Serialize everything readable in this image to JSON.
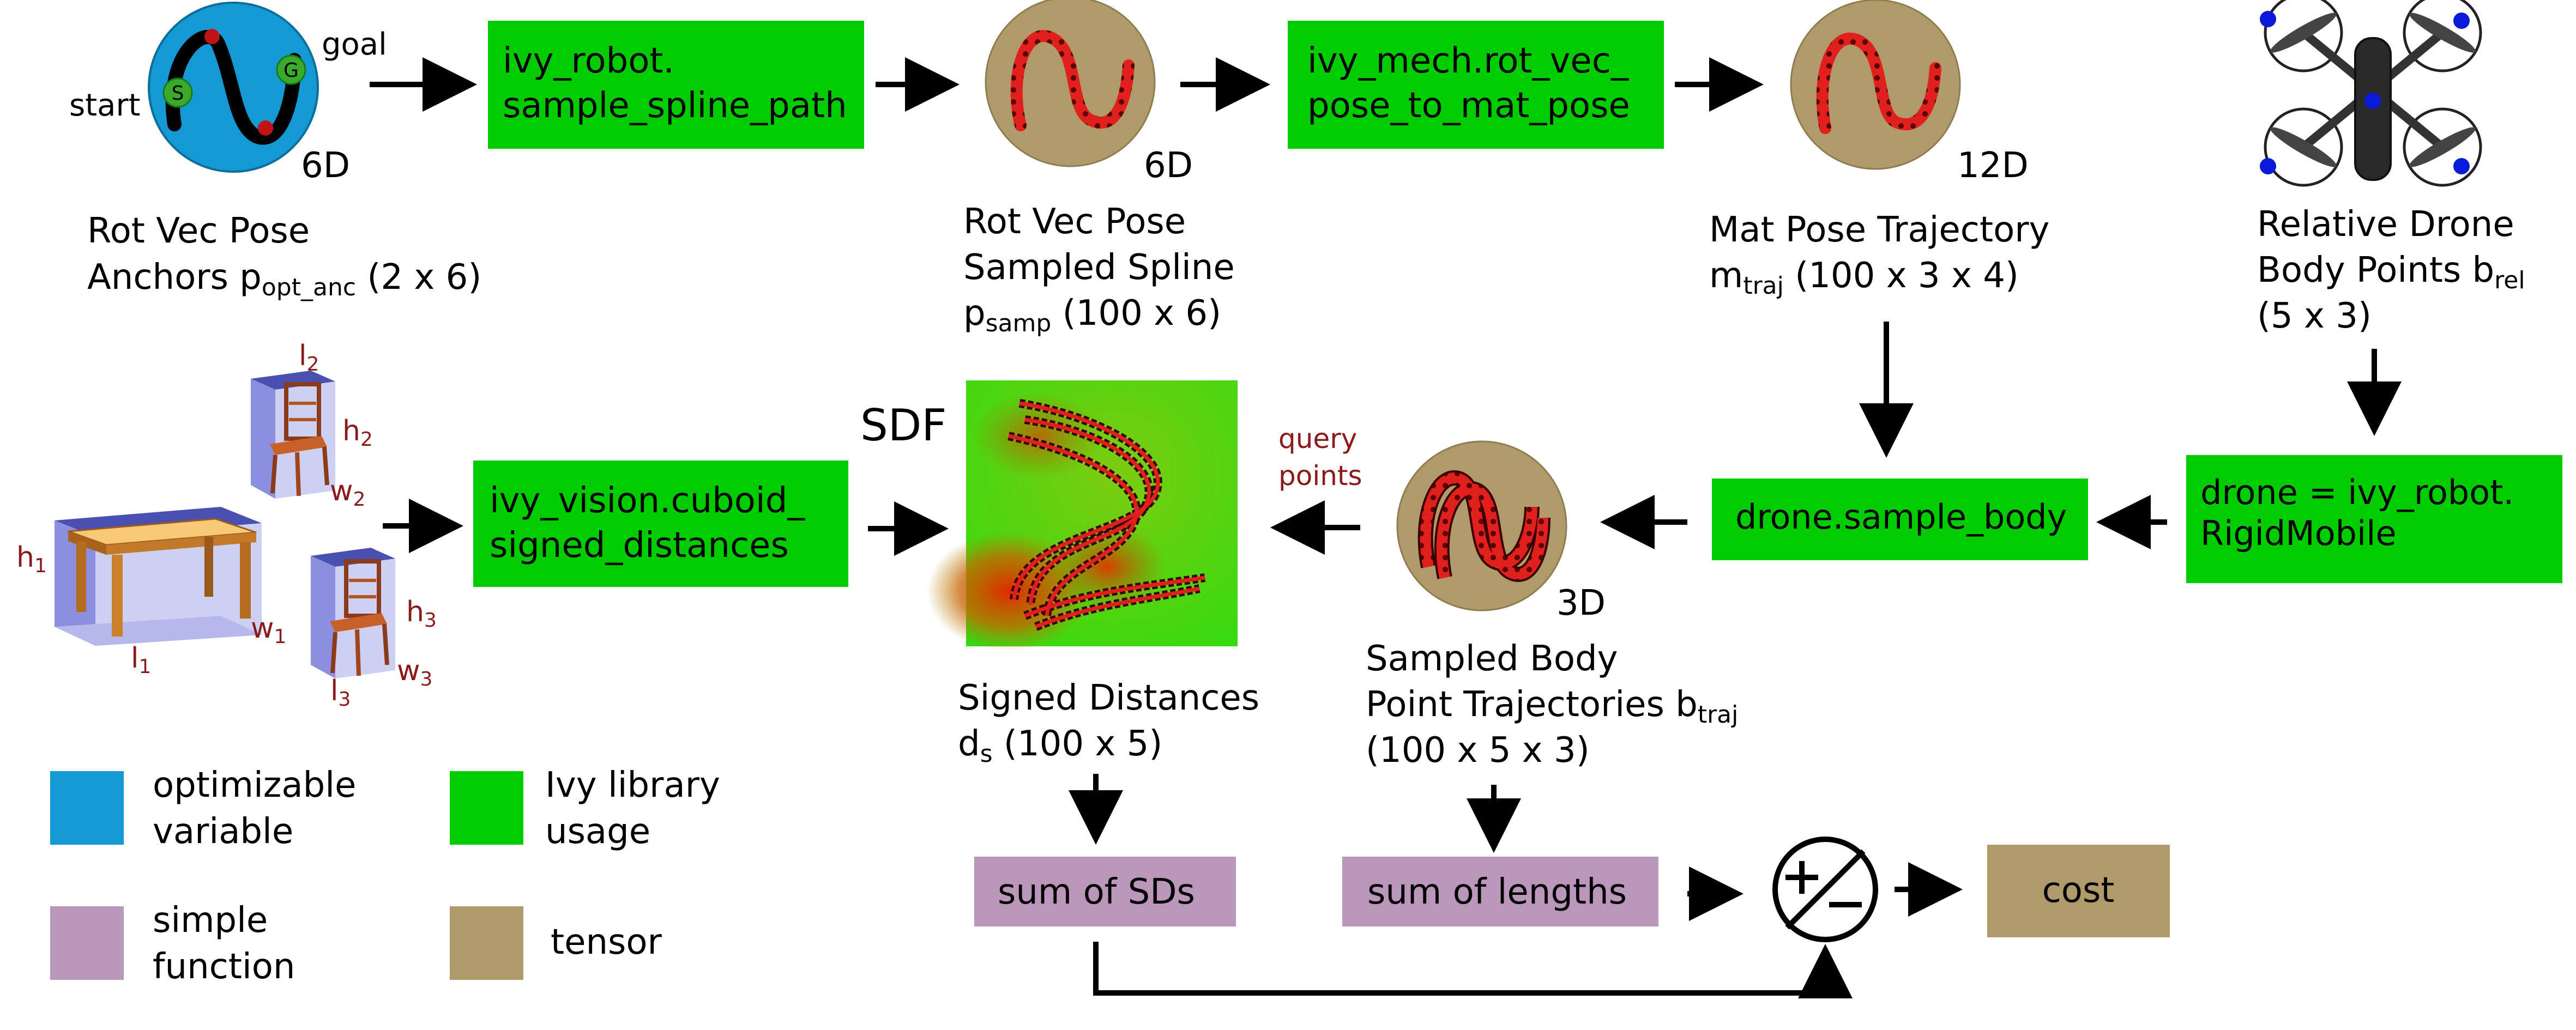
{
  "dims": {
    "anchors": "6D",
    "spline": "6D",
    "traj": "12D",
    "body": "3D"
  },
  "labels": {
    "start": "start",
    "goal": "goal",
    "s": "S",
    "g": "G",
    "sdf": "SDF",
    "query1": "query",
    "query2": "points"
  },
  "boxes": {
    "sample_spline": [
      "ivy_robot.",
      "sample_spline_path"
    ],
    "rot_vec": [
      "ivy_mech.rot_vec_",
      "pose_to_mat_pose"
    ],
    "cuboid": [
      "ivy_vision.cuboid_",
      "signed_distances"
    ],
    "sample_body": "drone.sample_body",
    "rigid": [
      "drone = ivy_robot.",
      "RigidMobile"
    ],
    "sum_sds": "sum of SDs",
    "sum_lengths": "sum of lengths",
    "cost": "cost"
  },
  "captions": {
    "anchors": {
      "l1": "Rot Vec Pose",
      "l2a": "Anchors p",
      "l2sub": "opt_anc",
      "l2b": " (2 x 6)"
    },
    "spline": {
      "l1": "Rot Vec Pose",
      "l2": "Sampled Spline",
      "l3a": "p",
      "l3sub": "samp",
      "l3b": " (100 x 6)"
    },
    "traj": {
      "l1": "Mat Pose Trajectory",
      "l2a": "m",
      "l2sub": "traj",
      "l2b": " (100 x 3 x 4)"
    },
    "drone": {
      "l1": "Relative Drone",
      "l2a": "Body Points b",
      "l2sub": "rel",
      "l3": "(5 x 3)"
    },
    "sd": {
      "l1": "Signed Distances",
      "l2a": "d",
      "l2sub": "s",
      "l2b": " (100 x 5)"
    },
    "body": {
      "l1": "Sampled Body",
      "l2a": "Point Trajectories b",
      "l2sub": "traj",
      "l3": "(100 x 5 x 3)"
    }
  },
  "furniture": {
    "table": {
      "h": "h",
      "hs": "1",
      "w": "w",
      "ws": "1",
      "l": "l",
      "ls": "1"
    },
    "chair2": {
      "l": "l",
      "ls": "2",
      "h": "h",
      "hs": "2",
      "w": "w",
      "ws": "2"
    },
    "chair3": {
      "l": "l",
      "ls": "3",
      "h": "h",
      "hs": "3",
      "w": "w",
      "ws": "3"
    }
  },
  "legend": {
    "opt": [
      "optimizable",
      "variable"
    ],
    "ivy": [
      "Ivy library",
      "usage"
    ],
    "simple": [
      "simple",
      "function"
    ],
    "tensor": "tensor"
  },
  "colors": {
    "green": "#00cc00",
    "purple": "#b996ba",
    "tan": "#b09a69",
    "blue": "#1399d3",
    "dark_red": "#8b1a1a"
  }
}
